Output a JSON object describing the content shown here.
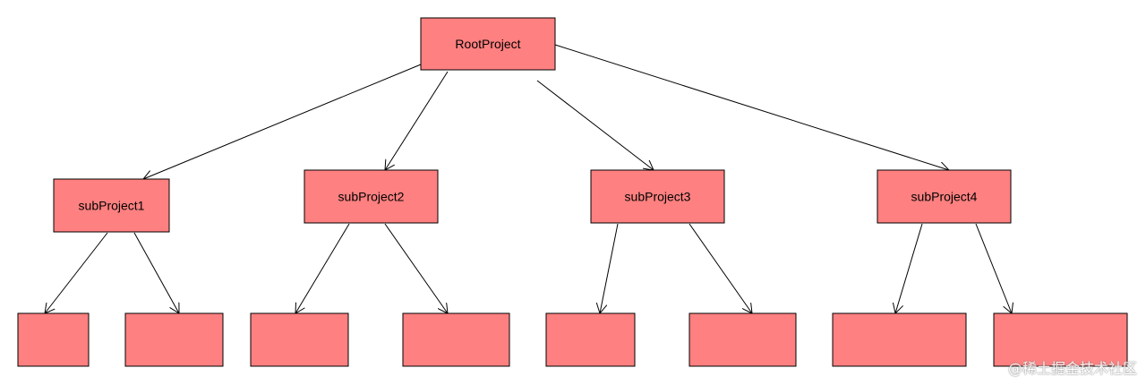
{
  "colors": {
    "node_fill": "#ff8080",
    "node_stroke": "#000000",
    "edge": "#000000"
  },
  "nodes": {
    "root": "RootProject",
    "sub1": "subProject1",
    "sub2": "subProject2",
    "sub3": "subProject3",
    "sub4": "subProject4"
  },
  "watermark": "@稀土掘金技术社区"
}
